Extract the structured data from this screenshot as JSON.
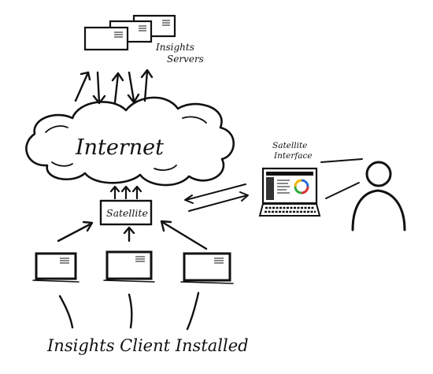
{
  "labels": {
    "servers_line1": "Insights",
    "servers_line2": "Servers",
    "internet": "Internet",
    "satellite": "Satellite",
    "satellite_interface_line1": "Satellite",
    "satellite_interface_line2": "Interface",
    "caption": "Insights Client Installed"
  }
}
